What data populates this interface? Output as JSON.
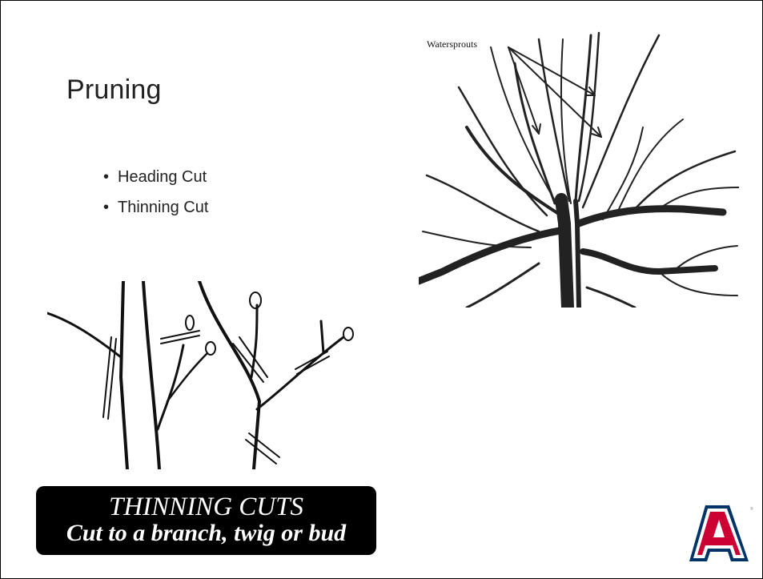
{
  "slide": {
    "title": "Pruning",
    "bullets": [
      "Heading Cut",
      "Thinning Cut"
    ]
  },
  "tree_figure": {
    "label": "Watersprouts"
  },
  "cuts_figure": {
    "banner_line1": "THINNING CUTS",
    "banner_line2": "Cut to a branch, twig or bud"
  },
  "logo": {
    "letter": "A",
    "colors": {
      "red": "#cc0033",
      "blue": "#003366"
    }
  }
}
